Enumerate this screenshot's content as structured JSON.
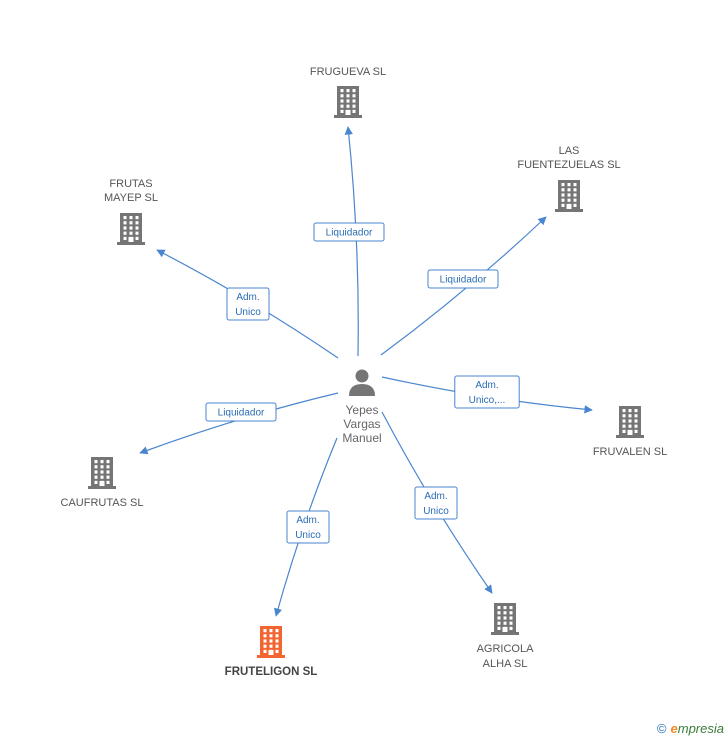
{
  "colors": {
    "edge": "#4a86d0",
    "building": "#757575",
    "building_highlight": "#f26430",
    "person": "#757575"
  },
  "center": {
    "lines": [
      "Yepes",
      "Vargas",
      "Manuel"
    ],
    "icon": "person-icon"
  },
  "companies": [
    {
      "id": "frugueva",
      "lines": [
        "FRUGUEVA SL"
      ],
      "highlight": false
    },
    {
      "id": "las-fuentezuelas",
      "lines": [
        "LAS",
        "FUENTEZUELAS SL"
      ],
      "highlight": false
    },
    {
      "id": "frutas-mayep",
      "lines": [
        "FRUTAS",
        "MAYEP  SL"
      ],
      "highlight": false
    },
    {
      "id": "fruvalen",
      "lines": [
        "FRUVALEN SL"
      ],
      "highlight": false
    },
    {
      "id": "caufrutas",
      "lines": [
        "CAUFRUTAS SL"
      ],
      "highlight": false
    },
    {
      "id": "agricola-alha",
      "lines": [
        "AGRICOLA",
        "ALHA SL"
      ],
      "highlight": false
    },
    {
      "id": "fruteligon",
      "lines": [
        "FRUTELIGON SL"
      ],
      "highlight": true
    }
  ],
  "edges": [
    {
      "to": "frugueva",
      "label": [
        "Liquidador"
      ]
    },
    {
      "to": "las-fuentezuelas",
      "label": [
        "Liquidador"
      ]
    },
    {
      "to": "frutas-mayep",
      "label": [
        "Adm.",
        "Unico"
      ]
    },
    {
      "to": "fruvalen",
      "label": [
        "Adm.",
        "Unico,..."
      ]
    },
    {
      "to": "caufrutas",
      "label": [
        "Liquidador"
      ]
    },
    {
      "to": "agricola-alha",
      "label": [
        "Adm.",
        "Unico"
      ]
    },
    {
      "to": "fruteligon",
      "label": [
        "Adm.",
        "Unico"
      ]
    }
  ],
  "footer": {
    "copyright": "©",
    "brand_initial": "e",
    "brand_rest": "mpresia"
  }
}
